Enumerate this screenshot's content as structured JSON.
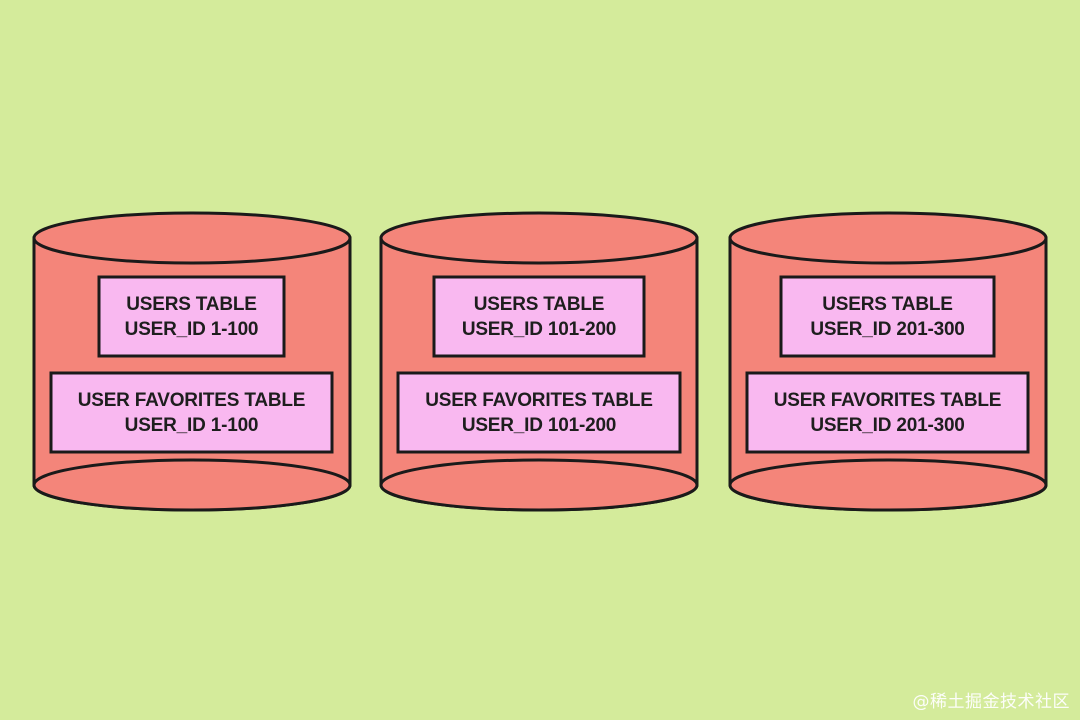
{
  "colors": {
    "background": "#d4eb9b",
    "cylinder_fill": "#f4857a",
    "box_fill": "#f9b8f0",
    "outline": "#1a1a1a",
    "text": "#1e1e1e"
  },
  "shards": [
    {
      "users_table": {
        "title": "USERS TABLE",
        "range": "USER_ID 1-100"
      },
      "favorites_table": {
        "title": "USER FAVORITES TABLE",
        "range": "USER_ID 1-100"
      }
    },
    {
      "users_table": {
        "title": "USERS TABLE",
        "range": "USER_ID 101-200"
      },
      "favorites_table": {
        "title": "USER FAVORITES TABLE",
        "range": "USER_ID 101-200"
      }
    },
    {
      "users_table": {
        "title": "USERS TABLE",
        "range": "USER_ID 201-300"
      },
      "favorites_table": {
        "title": "USER FAVORITES TABLE",
        "range": "USER_ID 201-300"
      }
    }
  ],
  "watermark": "@稀土掘金技术社区"
}
